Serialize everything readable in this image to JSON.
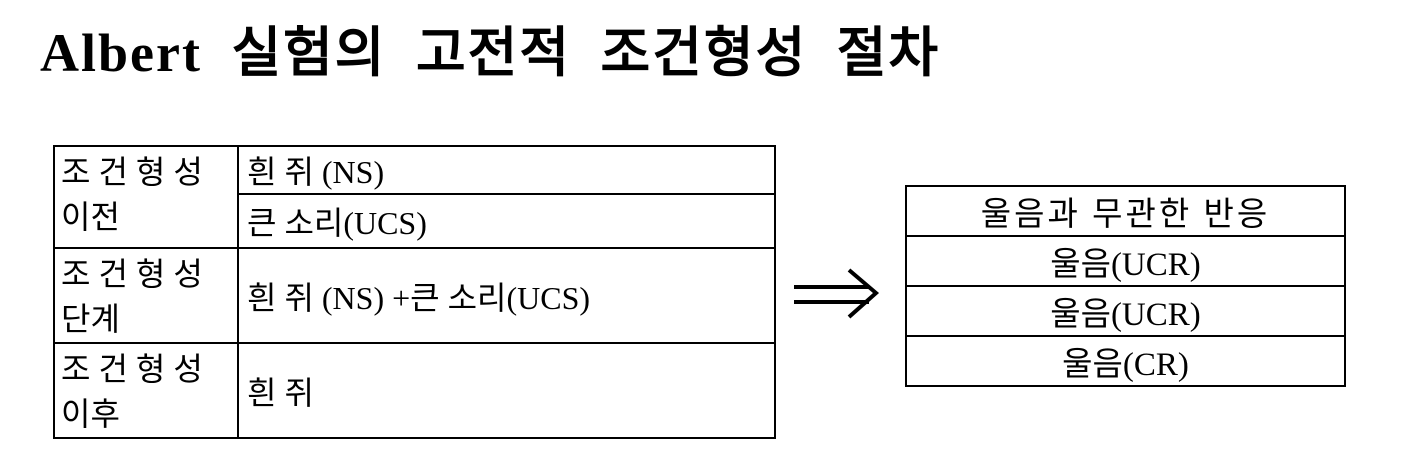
{
  "title": "Albert 실험의 고전적 조건형성 절차",
  "colors": {
    "text": "#000000",
    "border": "#000000",
    "background": "#ffffff"
  },
  "left_table": {
    "rows": [
      {
        "label_line1": "조 건 형 성",
        "label_line2": "이전",
        "cells": [
          "흰 쥐 (NS)",
          "큰 소리(UCS)"
        ]
      },
      {
        "label_line1": "조 건 형 성",
        "label_line2": "단계",
        "cells": [
          "흰 쥐 (NS) +큰 소리(UCS)"
        ]
      },
      {
        "label_line1": "조 건 형 성",
        "label_line2": "이후",
        "cells": [
          "흰 쥐"
        ]
      }
    ]
  },
  "arrow": {
    "icon": "double-arrow-right-icon",
    "meaning": "⟹"
  },
  "right_table": {
    "header": "울음과 무관한 반응",
    "rows": [
      "울음(UCR)",
      "울음(UCR)",
      "울음(CR)"
    ]
  }
}
